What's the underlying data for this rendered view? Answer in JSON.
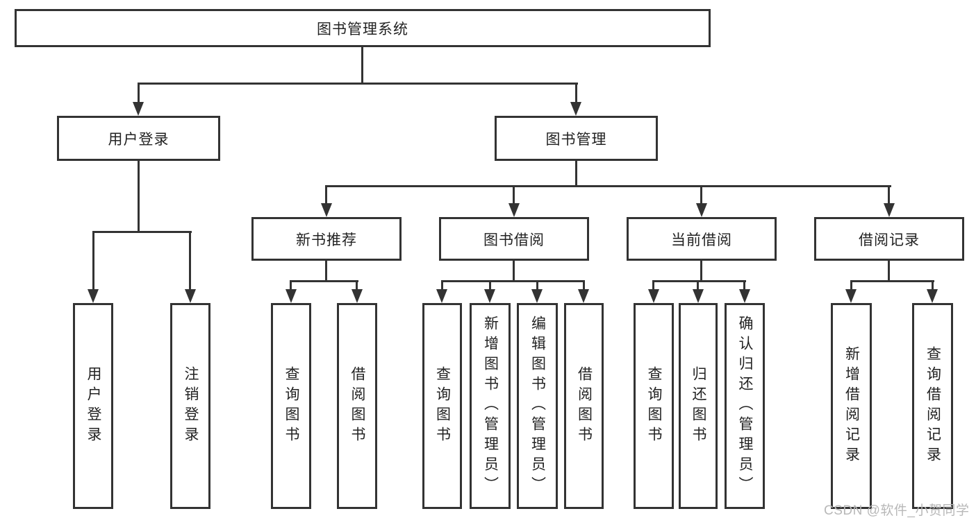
{
  "diagram": {
    "type": "tree",
    "root": {
      "label": "图书管理系统"
    },
    "children": [
      {
        "label": "用户登录",
        "children": [
          {
            "label": "用户登录"
          },
          {
            "label": "注销登录"
          }
        ]
      },
      {
        "label": "图书管理",
        "children": [
          {
            "label": "新书推荐",
            "children": [
              {
                "label": "查询图书"
              },
              {
                "label": "借阅图书"
              }
            ]
          },
          {
            "label": "图书借阅",
            "children": [
              {
                "label": "查询图书"
              },
              {
                "label": "新增图书（管理员）"
              },
              {
                "label": "编辑图书（管理员）"
              },
              {
                "label": "借阅图书"
              }
            ]
          },
          {
            "label": "当前借阅",
            "children": [
              {
                "label": "查询图书"
              },
              {
                "label": "归还图书"
              },
              {
                "label": "确认归还（管理员）"
              }
            ]
          },
          {
            "label": "借阅记录",
            "children": [
              {
                "label": "新增借阅记录"
              },
              {
                "label": "查询借阅记录"
              }
            ]
          }
        ]
      }
    ],
    "colors": {
      "line": "#333333",
      "box_background": "#ffffff",
      "text": "#222222",
      "watermark": "#b8b8b8"
    },
    "watermark": "CSDN @软件_小贺同学"
  }
}
